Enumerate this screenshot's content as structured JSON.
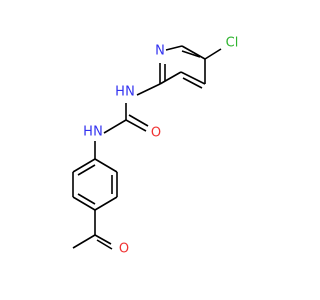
{
  "molecule": {
    "atoms": {
      "chlorine": {
        "symbol": "Cl",
        "color": "#2fb42f"
      },
      "pyridine_nitrogen": {
        "symbol": "N",
        "color": "#3232f0"
      },
      "urea_nh_top": {
        "symbol": "H",
        "symbol_n": "N",
        "color": "#3232f0"
      },
      "urea_oxygen": {
        "symbol": "O",
        "color": "#f03232"
      },
      "urea_nh_bottom": {
        "symbol": "H",
        "symbol_n": "N",
        "color": "#3232f0"
      },
      "ketone_oxygen": {
        "symbol": "O",
        "color": "#f03232"
      }
    },
    "bond_color": "#000000"
  }
}
